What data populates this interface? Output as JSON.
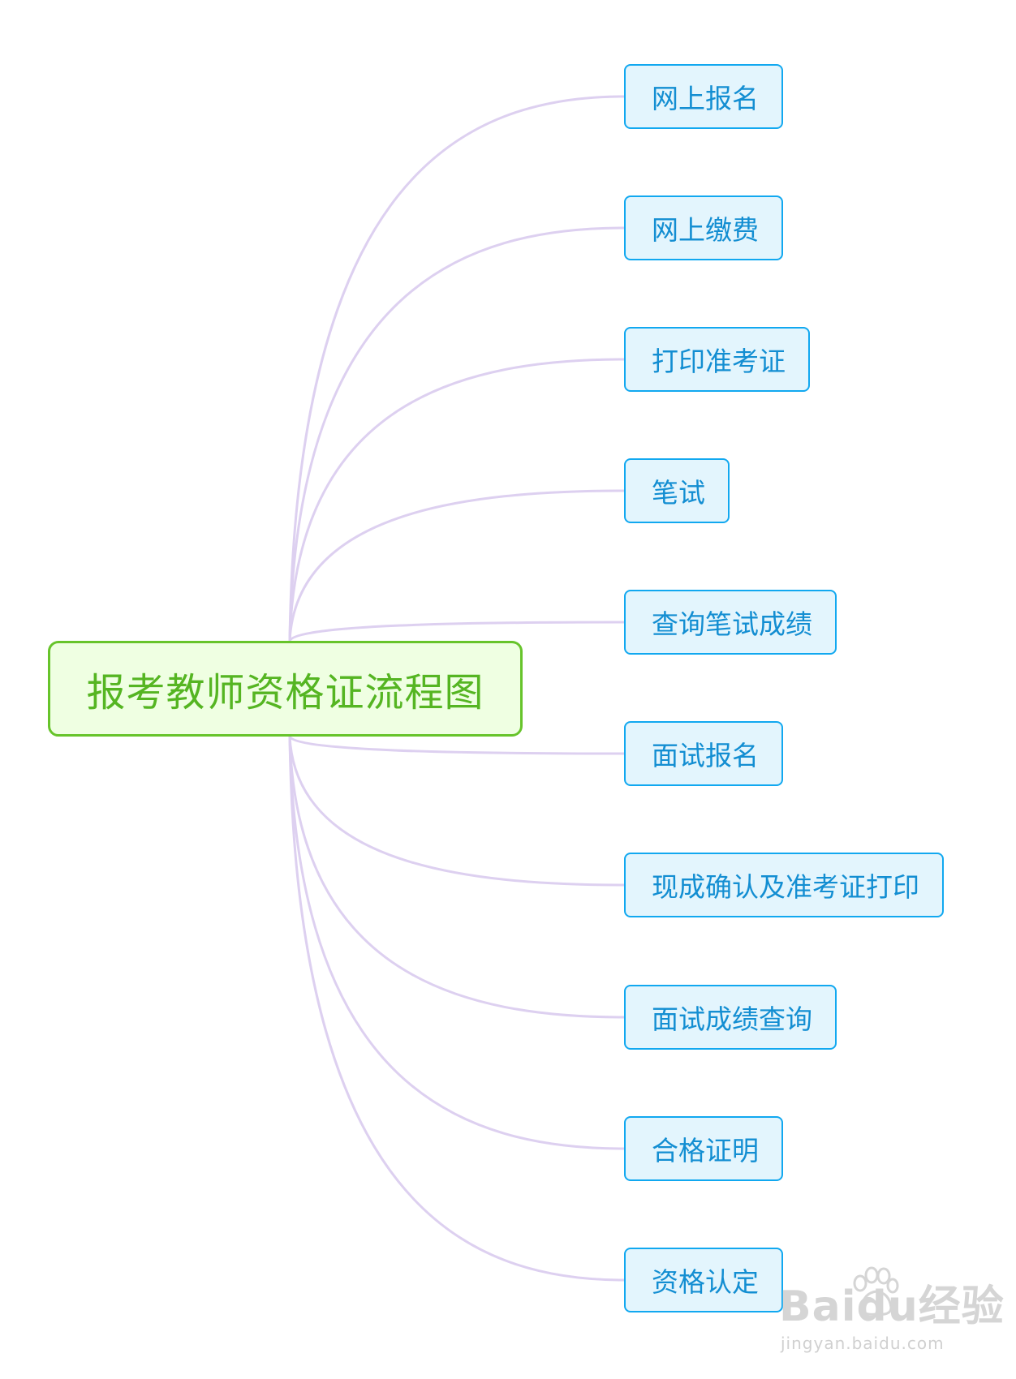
{
  "diagram": {
    "root": {
      "label": "报考教师资格证流程图"
    },
    "children": [
      {
        "label": "网上报名"
      },
      {
        "label": "网上缴费"
      },
      {
        "label": "打印准考证"
      },
      {
        "label": "笔试"
      },
      {
        "label": "查询笔试成绩"
      },
      {
        "label": "面试报名"
      },
      {
        "label": "现成确认及准考证打印"
      },
      {
        "label": "面试成绩查询"
      },
      {
        "label": "合格证明"
      },
      {
        "label": "资格认定"
      }
    ],
    "colors": {
      "root_fill": "#efffe2",
      "root_border": "#67c42b",
      "root_text": "#55b522",
      "child_fill": "#e3f5fd",
      "child_border": "#11a8f0",
      "child_text": "#138ed2",
      "connector": "#ddd0f0"
    }
  },
  "watermark": {
    "brand": "Baidu经验",
    "url": "jingyan.baidu.com"
  }
}
